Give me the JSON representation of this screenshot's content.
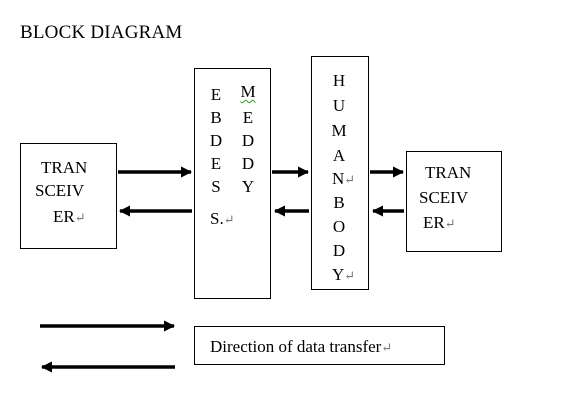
{
  "title": "BLOCK DIAGRAM",
  "left_transceiver": {
    "lines": [
      "TRAN",
      "SCEIV",
      "ER"
    ]
  },
  "embedded_system": {
    "col1": [
      "E",
      "B",
      "D",
      "E",
      "S",
      "S."
    ],
    "col2": [
      "M",
      "E",
      "D",
      "D",
      "Y"
    ]
  },
  "human_body": {
    "letters": [
      "H",
      "U",
      "M",
      "A",
      "N",
      "B",
      "O",
      "D",
      "Y"
    ]
  },
  "right_transceiver": {
    "lines": [
      "TRAN",
      "SCEIV",
      "ER"
    ]
  },
  "legend": {
    "label": "Direction of data transfer"
  },
  "return_mark": "↵",
  "colors": {
    "stroke": "#000000",
    "spell_underline": "#2a9a2a",
    "mark": "#777777"
  }
}
